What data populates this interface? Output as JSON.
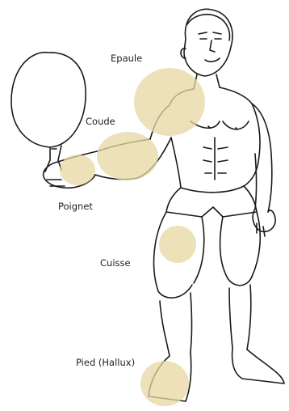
{
  "labels": {
    "shoulder": "Epaule",
    "elbow": "Coude",
    "wrist": "Poignet",
    "thigh": "Cuisse",
    "foot": "Pied (Hallux)"
  },
  "colors": {
    "ink": "#1a1a1a",
    "highlight": "#e6d7a0",
    "background": "#ffffff"
  }
}
